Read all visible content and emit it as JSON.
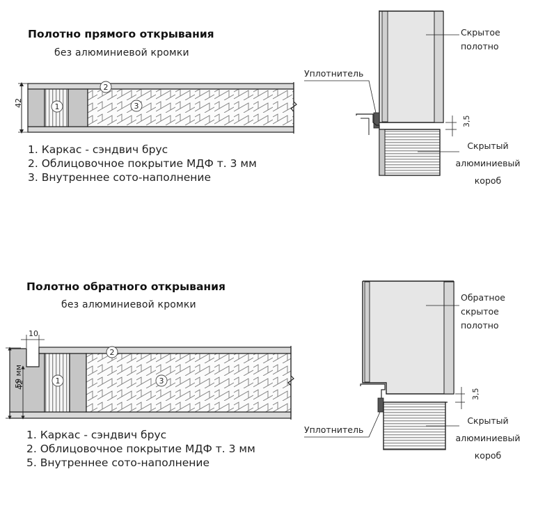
{
  "section1": {
    "title": "Полотно прямого открывания",
    "subtitle": "без алюминиевой  кромки",
    "legend": [
      "1. Каркас - сэндвич брус",
      "2. Облицовочное покрытие МДФ т. 3 мм",
      "3. Внутреннее сото-наполнение"
    ],
    "dim_height": "42",
    "markers": [
      "1",
      "2",
      "3"
    ],
    "callouts": {
      "seal": "Уплотнитель",
      "leaf": [
        "Скрытое",
        "полотно"
      ],
      "box": [
        "Скрытый",
        "алюминиевый",
        "короб"
      ],
      "gap": "3,5"
    }
  },
  "section2": {
    "title": "Полотно обратного открывания",
    "subtitle": "без алюминиевой  кромки",
    "legend": [
      "1. Каркас - сэндвич брус",
      "2. Облицовочное покрытие МДФ т. 3 мм",
      "5. Внутреннее сото-наполнение"
    ],
    "dim_total": "59 мм",
    "dim_height": "42",
    "dim_width": "10",
    "markers": [
      "1",
      "2",
      "3"
    ],
    "callouts": {
      "seal": "Уплотнитель",
      "leaf": [
        "Обратное",
        "скрытое",
        "полотно"
      ],
      "box": [
        "Скрытый",
        "алюминиевый",
        "короб"
      ],
      "gap": "3,5"
    }
  },
  "colors": {
    "line": "#222222",
    "fill_gray": "#c8c8c8",
    "fill_light": "#ececec",
    "leaf_fill": "#e2e2e2"
  }
}
